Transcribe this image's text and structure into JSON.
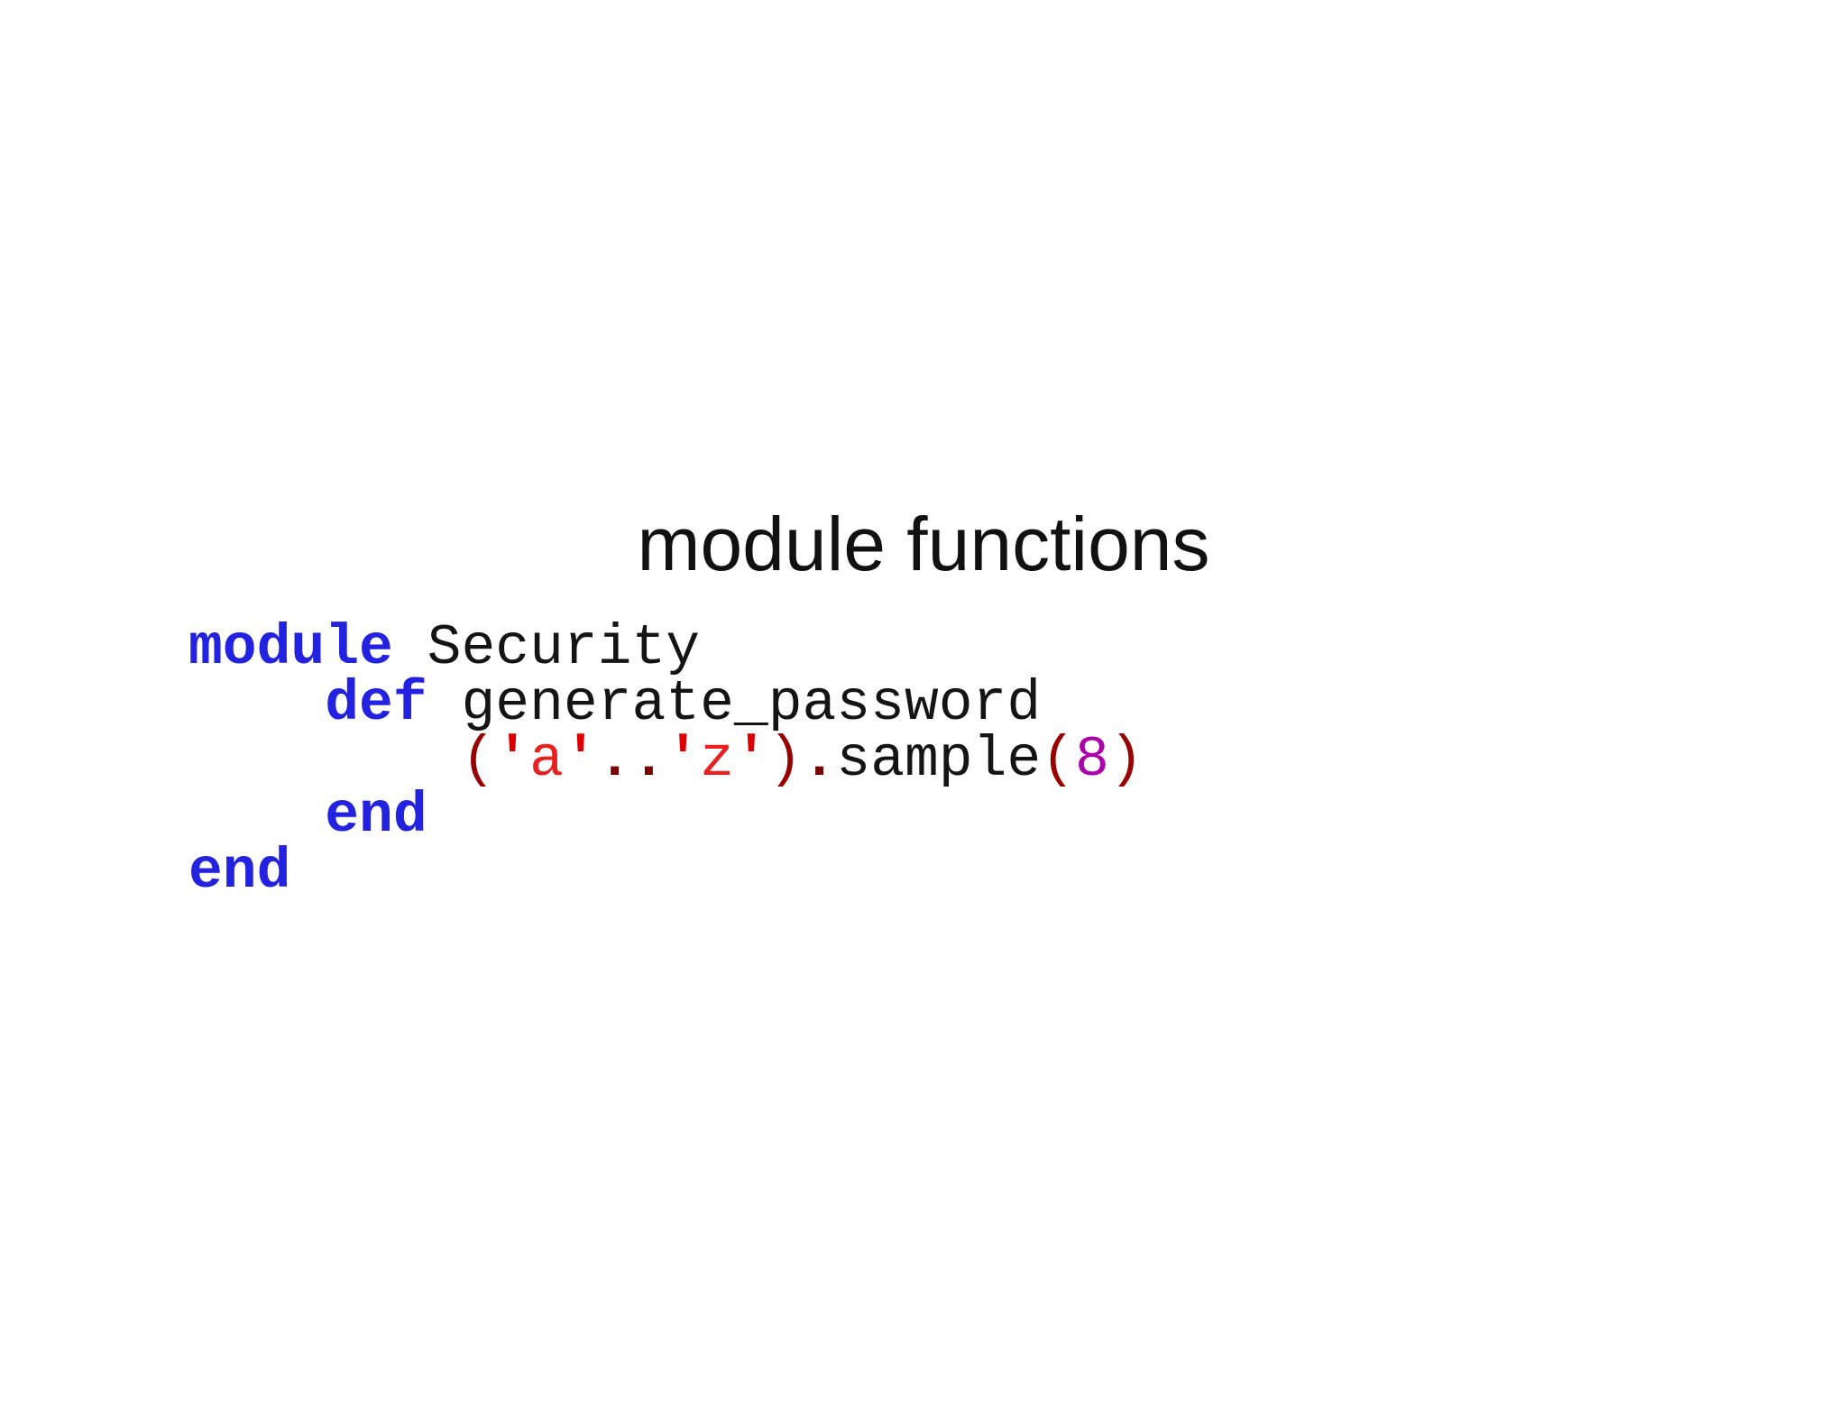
{
  "slide": {
    "title": "module functions"
  },
  "code": {
    "language": "ruby",
    "lines": [
      {
        "tokens": [
          {
            "type": "keyword",
            "text": "module"
          },
          {
            "type": "plain",
            "text": " Security"
          }
        ]
      },
      {
        "tokens": [
          {
            "type": "plain",
            "text": "    "
          },
          {
            "type": "keyword",
            "text": "def"
          },
          {
            "type": "plain",
            "text": " generate_password"
          }
        ]
      },
      {
        "tokens": [
          {
            "type": "plain",
            "text": "        "
          },
          {
            "type": "paren",
            "text": "("
          },
          {
            "type": "quote",
            "text": "'"
          },
          {
            "type": "string",
            "text": "a"
          },
          {
            "type": "quote",
            "text": "'"
          },
          {
            "type": "operator",
            "text": ".."
          },
          {
            "type": "quote",
            "text": "'"
          },
          {
            "type": "string",
            "text": "z"
          },
          {
            "type": "quote",
            "text": "'"
          },
          {
            "type": "paren",
            "text": ")"
          },
          {
            "type": "operator",
            "text": "."
          },
          {
            "type": "plain",
            "text": "sample"
          },
          {
            "type": "paren",
            "text": "("
          },
          {
            "type": "number",
            "text": "8"
          },
          {
            "type": "paren",
            "text": ")"
          }
        ]
      },
      {
        "tokens": [
          {
            "type": "plain",
            "text": "    "
          },
          {
            "type": "keyword",
            "text": "end"
          }
        ]
      },
      {
        "tokens": [
          {
            "type": "keyword",
            "text": "end"
          }
        ]
      }
    ]
  },
  "colors": {
    "background": "#ffffff",
    "title_text": "#111111",
    "keyword": "#2222e0",
    "plain": "#141414",
    "paren": "#990000",
    "quote": "#dd0000",
    "string": "#e82020",
    "operator": "#7a0000",
    "number": "#aa00aa"
  }
}
